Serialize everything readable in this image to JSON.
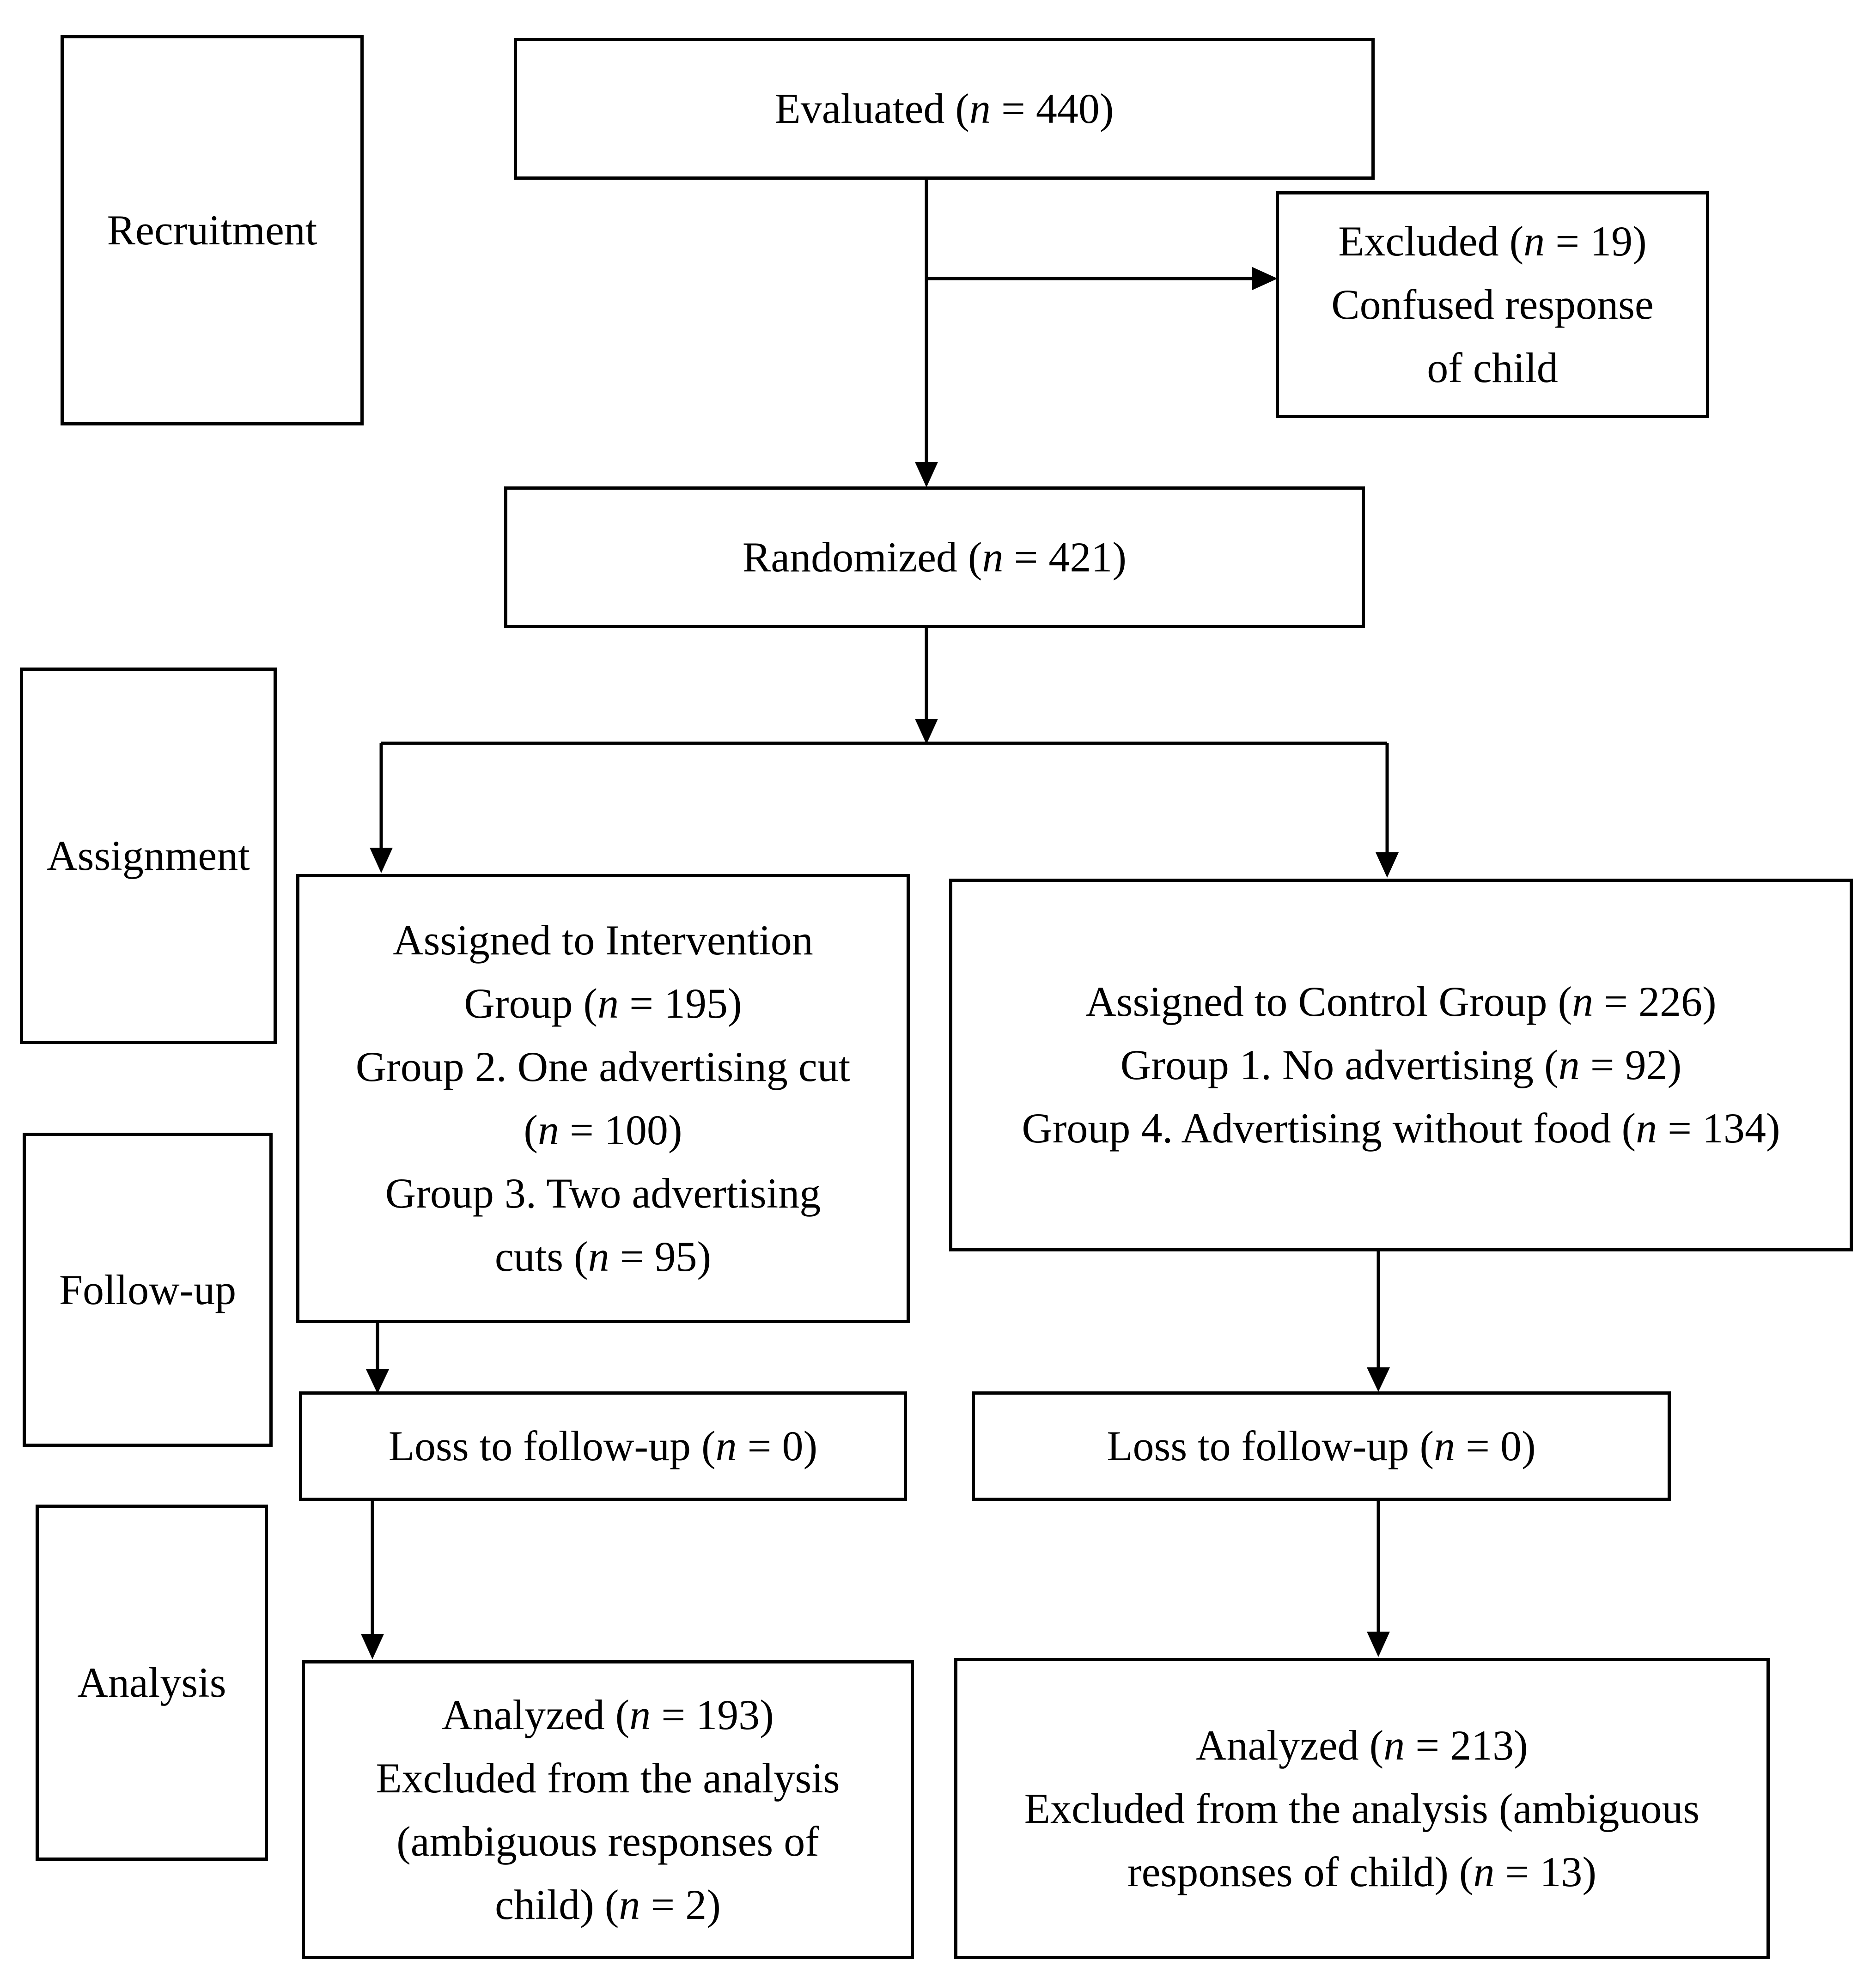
{
  "stages": {
    "recruitment": "Recruitment",
    "assignment": "Assignment",
    "followup": "Follow-up",
    "analysis": "Analysis"
  },
  "evaluated": {
    "label": "Evaluated (",
    "n": "n",
    "rest": " = 440)"
  },
  "excluded": {
    "line1": {
      "label": "Excluded (",
      "n": "n",
      "rest": " = 19)"
    },
    "line2": "Confused response",
    "line3": "of child"
  },
  "randomized": {
    "label": "Randomized (",
    "n": "n",
    "rest": " = 421)"
  },
  "intervention": {
    "line1": "Assigned to Intervention",
    "line2": {
      "label": "Group (",
      "n": "n",
      "rest": " = 195)"
    },
    "line3": "Group 2. One advertising cut",
    "line4": {
      "label": "(",
      "n": "n",
      "rest": " = 100)"
    },
    "line5": "Group 3. Two advertising",
    "line6": {
      "label": "cuts (",
      "n": "n",
      "rest": " = 95)"
    }
  },
  "control": {
    "line1": {
      "label": "Assigned to Control Group (",
      "n": "n",
      "rest": " = 226)"
    },
    "line2": {
      "label": "Group 1. No advertising (",
      "n": "n",
      "rest": " = 92)"
    },
    "line3": {
      "label": "Group 4. Advertising without food (",
      "n": "n",
      "rest": " = 134)"
    }
  },
  "loss_left": {
    "label": "Loss to follow-up (",
    "n": "n",
    "rest": " = 0)"
  },
  "loss_right": {
    "label": "Loss to follow-up (",
    "n": "n",
    "rest": " = 0)"
  },
  "analyzed_left": {
    "line1": {
      "label": "Analyzed (",
      "n": "n",
      "rest": " = 193)"
    },
    "line2": "Excluded from the analysis",
    "line3": "(ambiguous responses of",
    "line4": {
      "label": "child) (",
      "n": "n",
      "rest": " = 2)"
    }
  },
  "analyzed_right": {
    "line1": {
      "label": "Analyzed (",
      "n": "n",
      "rest": " = 213)"
    },
    "line2": "Excluded from the analysis (ambiguous",
    "line3": {
      "label": "responses of child) (",
      "n": "n",
      "rest": " = 13)"
    }
  }
}
